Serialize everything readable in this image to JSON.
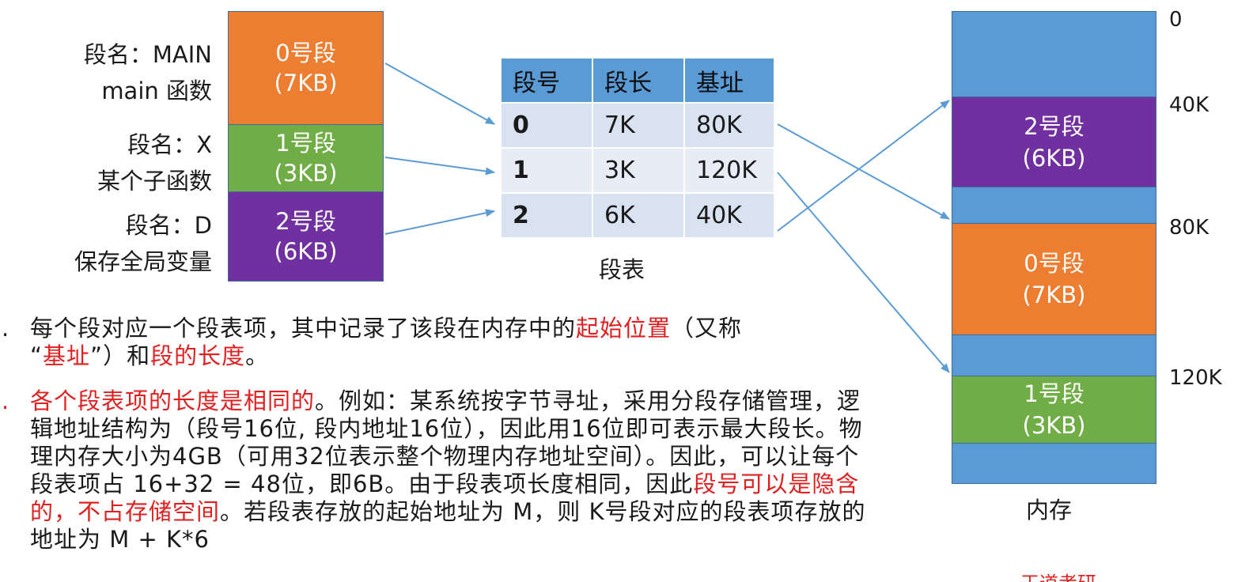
{
  "left_segments": [
    {
      "name_line": "段名：MAIN",
      "desc_line": "main 函数",
      "title": "0号段",
      "size": "(7KB)",
      "color": "#ed7d31"
    },
    {
      "name_line": "段名：X",
      "desc_line": "某个子函数",
      "title": "1号段",
      "size": "(3KB)",
      "color": "#70ad47"
    },
    {
      "name_line": "段名：D",
      "desc_line": "保存全局变量",
      "title": "2号段",
      "size": "(6KB)",
      "color": "#7030a0"
    }
  ],
  "segment_table": {
    "headers": [
      "段号",
      "段长",
      "基址"
    ],
    "rows": [
      [
        "0",
        "7K",
        "80K"
      ],
      [
        "1",
        "3K",
        "120K"
      ],
      [
        "2",
        "6K",
        "40K"
      ]
    ],
    "caption": "段表"
  },
  "memory": {
    "caption": "内存",
    "addresses": [
      "0",
      "40K",
      "80K",
      "120K"
    ],
    "blocks": [
      {
        "title": "2号段",
        "size": "(6KB)"
      },
      {
        "title": "0号段",
        "size": "(7KB)"
      },
      {
        "title": "1号段",
        "size": "(3KB)"
      }
    ]
  },
  "text": {
    "p1_a": "每个段对应一个段表项，其中记录了该段在内存中的",
    "p1_red1": "起始位置",
    "p1_b": "（又称",
    "p1_c": "“",
    "p1_red2": "基址",
    "p1_d": "”）和",
    "p1_red3": "段的长度",
    "p1_e": "。",
    "p2_red1": "各个段表项的长度是相同的",
    "p2_a": "。例如：某系统按字节寻址，采用分段存储管理，逻辑地址结构为（段号16位, 段内地址16位），因此用16位即可表示最大段长。物理内存大小为4GB（可用32位表示整个物理内存地址空间）。因此，可以让每个段表项占 16+32 = 48位，即6B。由于段表项长度相同，因此",
    "p2_red2": "段号可以是隐含的，不占存储空间",
    "p2_b": "。若段表存放的起始地址为 M，则 K号段对应的段表项存放的地址为 M + K*6"
  },
  "corner_text": "王道考研"
}
